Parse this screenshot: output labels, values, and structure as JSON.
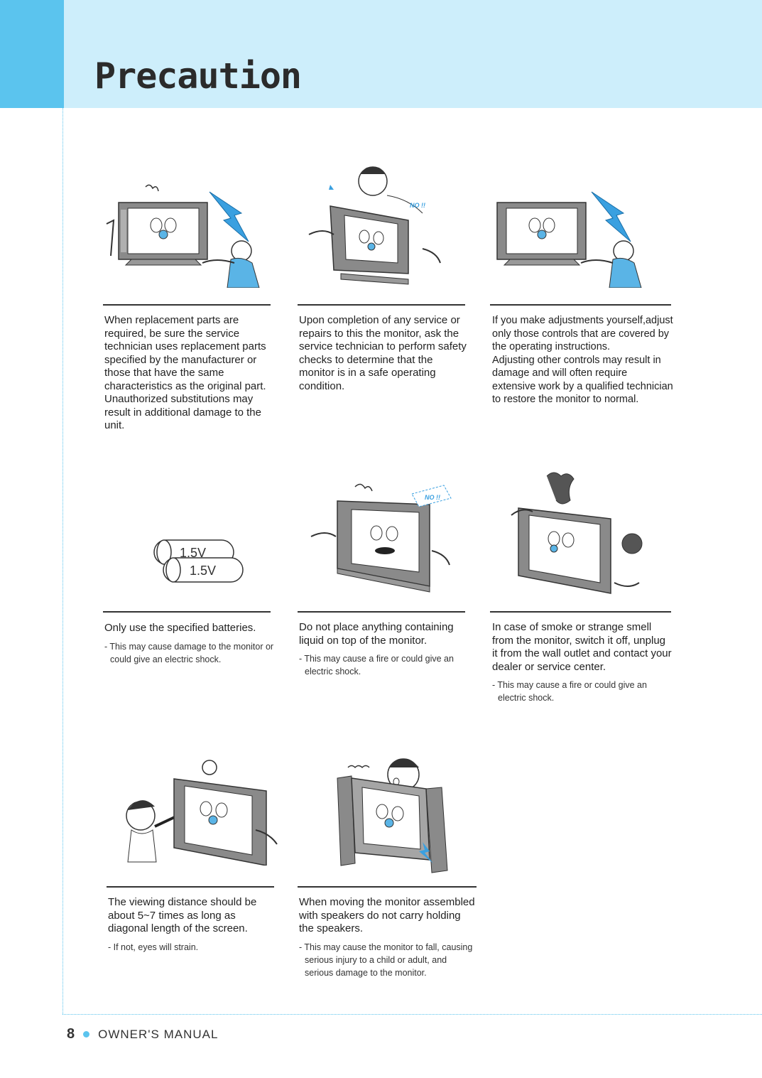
{
  "header": {
    "title": "Precaution"
  },
  "footer": {
    "page_number": "8",
    "label": "OWNER'S MANUAL"
  },
  "illustration_text": {
    "no_label": "NO !!",
    "battery_label": "1.5V"
  },
  "items": [
    {
      "text": "When replacement parts are required, be sure the service technician uses replacement parts specified by the manufacturer or those that have the same characteristics as the original part. Unauthorized substitutions may result in additional damage to the unit.",
      "note": ""
    },
    {
      "text": "Upon completion of any service or repairs to this the monitor, ask the service technician to perform safety checks to determine that the monitor is in a safe operating condition.",
      "note": ""
    },
    {
      "text": "If you make adjustments yourself,adjust only those controls that are covered by the operating instructions.\nAdjusting other controls may result in damage and will often require extensive work by a qualified technician to restore the monitor to normal.",
      "note": ""
    },
    {
      "text": "Only use the specified batteries.",
      "note": "- This may cause damage to the monitor or could give an electric shock."
    },
    {
      "text": "Do not place anything containing liquid on top of the monitor.",
      "note": "- This may cause a fire or could give an electric shock."
    },
    {
      "text": "In case of smoke or strange smell from the monitor, switch it off, unplug it from the wall outlet and contact your dealer or service center.",
      "note": "- This may cause a fire or could give an electric shock."
    },
    {
      "text": "The viewing distance should be about 5~7 times as long as diagonal length of the screen.",
      "note": "- If not, eyes will strain."
    },
    {
      "text": "When moving the monitor assembled with speakers do not carry holding the speakers.",
      "note": "- This may cause the monitor to fall, causing serious injury to a child or adult, and serious damage to the monitor."
    }
  ]
}
